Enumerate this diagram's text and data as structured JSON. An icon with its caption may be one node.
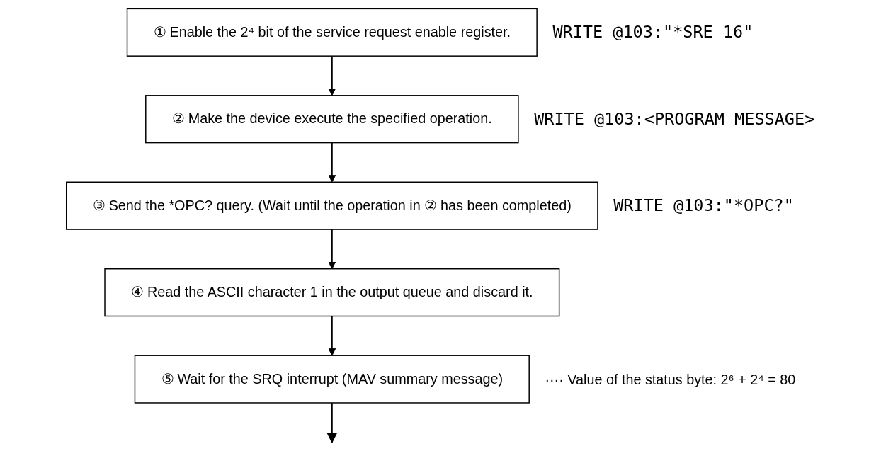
{
  "diagram": {
    "nodes": [
      {
        "text": [
          "① Enable the 2⁴ bit of the service request enable register."
        ],
        "beside": [
          "WRITE @103:\"*SRE 16\""
        ]
      },
      {
        "text": [
          "② Make the device execute the specified operation."
        ],
        "beside": [
          "WRITE @103:<PROGRAM MESSAGE>"
        ]
      },
      {
        "text": [
          "③ Send the *OPC? query. (Wait until the operation in ② has been completed)"
        ],
        "beside": [
          "WRITE @103:\"*OPC?\""
        ]
      },
      {
        "text": [
          "④ Read the ASCII character 1 in the output queue and discard it."
        ]
      },
      {
        "text": [
          "⑤ Wait for the SRQ interrupt (MAV summary message)"
        ],
        "beside": [
          "···· Value of the status byte: 2⁶ + 2⁴ = 80"
        ]
      }
    ],
    "edges": [
      {
        "from": 0,
        "to": 1,
        "arrow": "to"
      },
      {
        "from": 1,
        "to": 2,
        "arrow": "to"
      },
      {
        "from": 2,
        "to": 3,
        "arrow": "to"
      },
      {
        "from": 3,
        "to": 4,
        "arrow": "to"
      },
      {
        "from": 4,
        "to": null,
        "arrow": "to"
      }
    ]
  }
}
